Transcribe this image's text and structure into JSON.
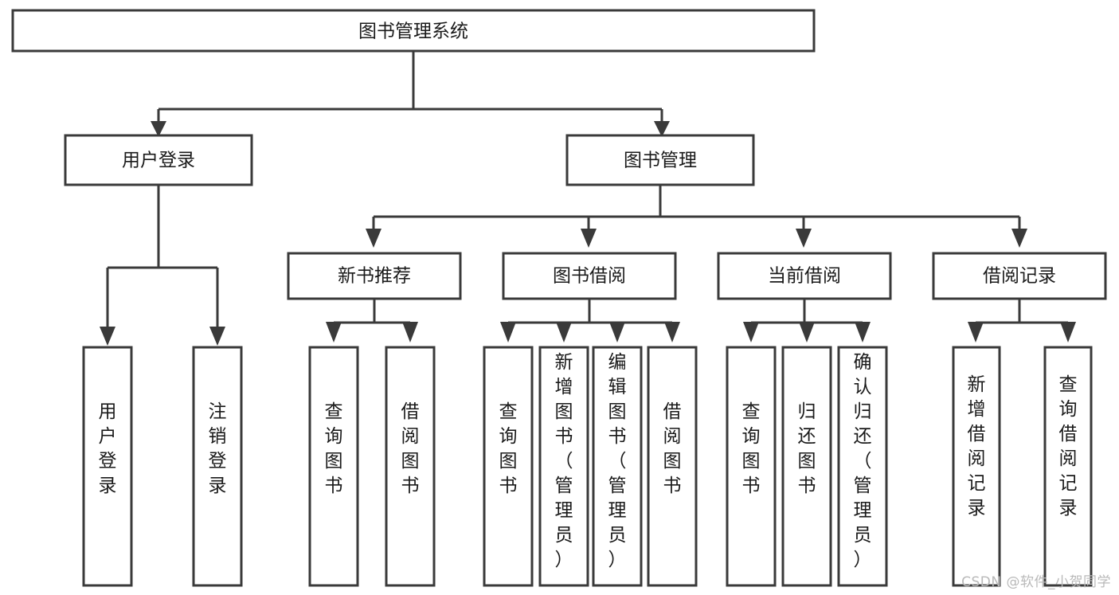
{
  "diagram": {
    "type": "tree",
    "title": "图书管理系统",
    "watermark": "CSDN @软件_小贺同学",
    "nodes": {
      "root": {
        "label": "图书管理系统"
      },
      "level2": [
        {
          "id": "user-login",
          "label": "用户登录"
        },
        {
          "id": "book-management",
          "label": "图书管理"
        }
      ],
      "level3": [
        {
          "id": "new-book-recommend",
          "label": "新书推荐",
          "parent": "book-management"
        },
        {
          "id": "book-borrow",
          "label": "图书借阅",
          "parent": "book-management"
        },
        {
          "id": "current-borrow",
          "label": "当前借阅",
          "parent": "book-management"
        },
        {
          "id": "borrow-record",
          "label": "借阅记录",
          "parent": "book-management"
        }
      ],
      "leaves": [
        {
          "id": "leaf-user-login",
          "label": "用户登录",
          "parent": "user-login"
        },
        {
          "id": "leaf-logout-login",
          "label": "注销登录",
          "parent": "user-login"
        },
        {
          "id": "leaf-query-book-1",
          "label": "查询图书",
          "parent": "new-book-recommend"
        },
        {
          "id": "leaf-borrow-book-1",
          "label": "借阅图书",
          "parent": "new-book-recommend"
        },
        {
          "id": "leaf-query-book-2",
          "label": "查询图书",
          "parent": "book-borrow"
        },
        {
          "id": "leaf-add-book",
          "label": "新增图书（管理员）",
          "parent": "book-borrow"
        },
        {
          "id": "leaf-edit-book",
          "label": "编辑图书（管理员）",
          "parent": "book-borrow"
        },
        {
          "id": "leaf-borrow-book-2",
          "label": "借阅图书",
          "parent": "book-borrow"
        },
        {
          "id": "leaf-query-book-3",
          "label": "查询图书",
          "parent": "current-borrow"
        },
        {
          "id": "leaf-return-book",
          "label": "归还图书",
          "parent": "current-borrow"
        },
        {
          "id": "leaf-confirm-return",
          "label": "确认归还（管理员）",
          "parent": "current-borrow"
        },
        {
          "id": "leaf-add-record",
          "label": "新增借阅记录",
          "parent": "borrow-record"
        },
        {
          "id": "leaf-query-record",
          "label": "查询借阅记录",
          "parent": "borrow-record"
        }
      ]
    },
    "colors": {
      "box_stroke": "#3a3a3a",
      "box_fill": "#ffffff",
      "text": "#1a1a1a",
      "connector": "#3a3a3a",
      "watermark": "#b9b9b9"
    }
  }
}
